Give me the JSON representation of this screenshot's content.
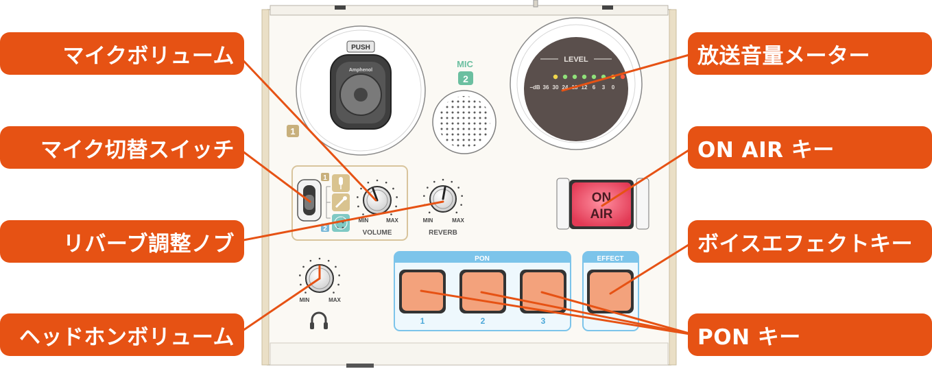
{
  "callouts": {
    "mic_volume": "マイクボリューム",
    "mic_switch": "マイク切替スイッチ",
    "reverb_knob": "リバーブ調整ノブ",
    "headphone_volume": "ヘッドホンボリューム",
    "level_meter": "放送音量メーター",
    "on_air_key": "ON AIR キー",
    "voice_effect_key": "ボイスエフェクトキー",
    "pon_keys": "PON キー"
  },
  "device": {
    "xlr_push_label": "PUSH",
    "xlr_brand": "Amphenol",
    "mic1_badge": "1",
    "mic2_label": "MIC",
    "mic2_badge": "2",
    "level_label": "LEVEL",
    "meter_scale": [
      "−dB",
      "36",
      "30",
      "24",
      "18",
      "12",
      "6",
      "3",
      "0"
    ],
    "led_colors": [
      "#f2d54b",
      "#8fe07a",
      "#8fe07a",
      "#8fe07a",
      "#8fe07a",
      "#8fe07a",
      "#8fe07a",
      "#f2d54b",
      "#ff5a3c"
    ],
    "switch_badge_1": "1",
    "switch_badge_2": "2",
    "volume_min": "MIN",
    "volume_max": "MAX",
    "volume_label": "VOLUME",
    "reverb_min": "MIN",
    "reverb_max": "MAX",
    "reverb_label": "REVERB",
    "headphone_min": "MIN",
    "headphone_max": "MAX",
    "on_air_line1": "ON",
    "on_air_line2": "AIR",
    "pon_label": "PON",
    "pon_numbers": [
      "1",
      "2",
      "3"
    ],
    "effect_label": "EFFECT",
    "accent_orange": "#e65214",
    "panel_blue": "#7cc4ea",
    "pad_color": "#f3a27c",
    "on_air_color": "#e8506a"
  }
}
